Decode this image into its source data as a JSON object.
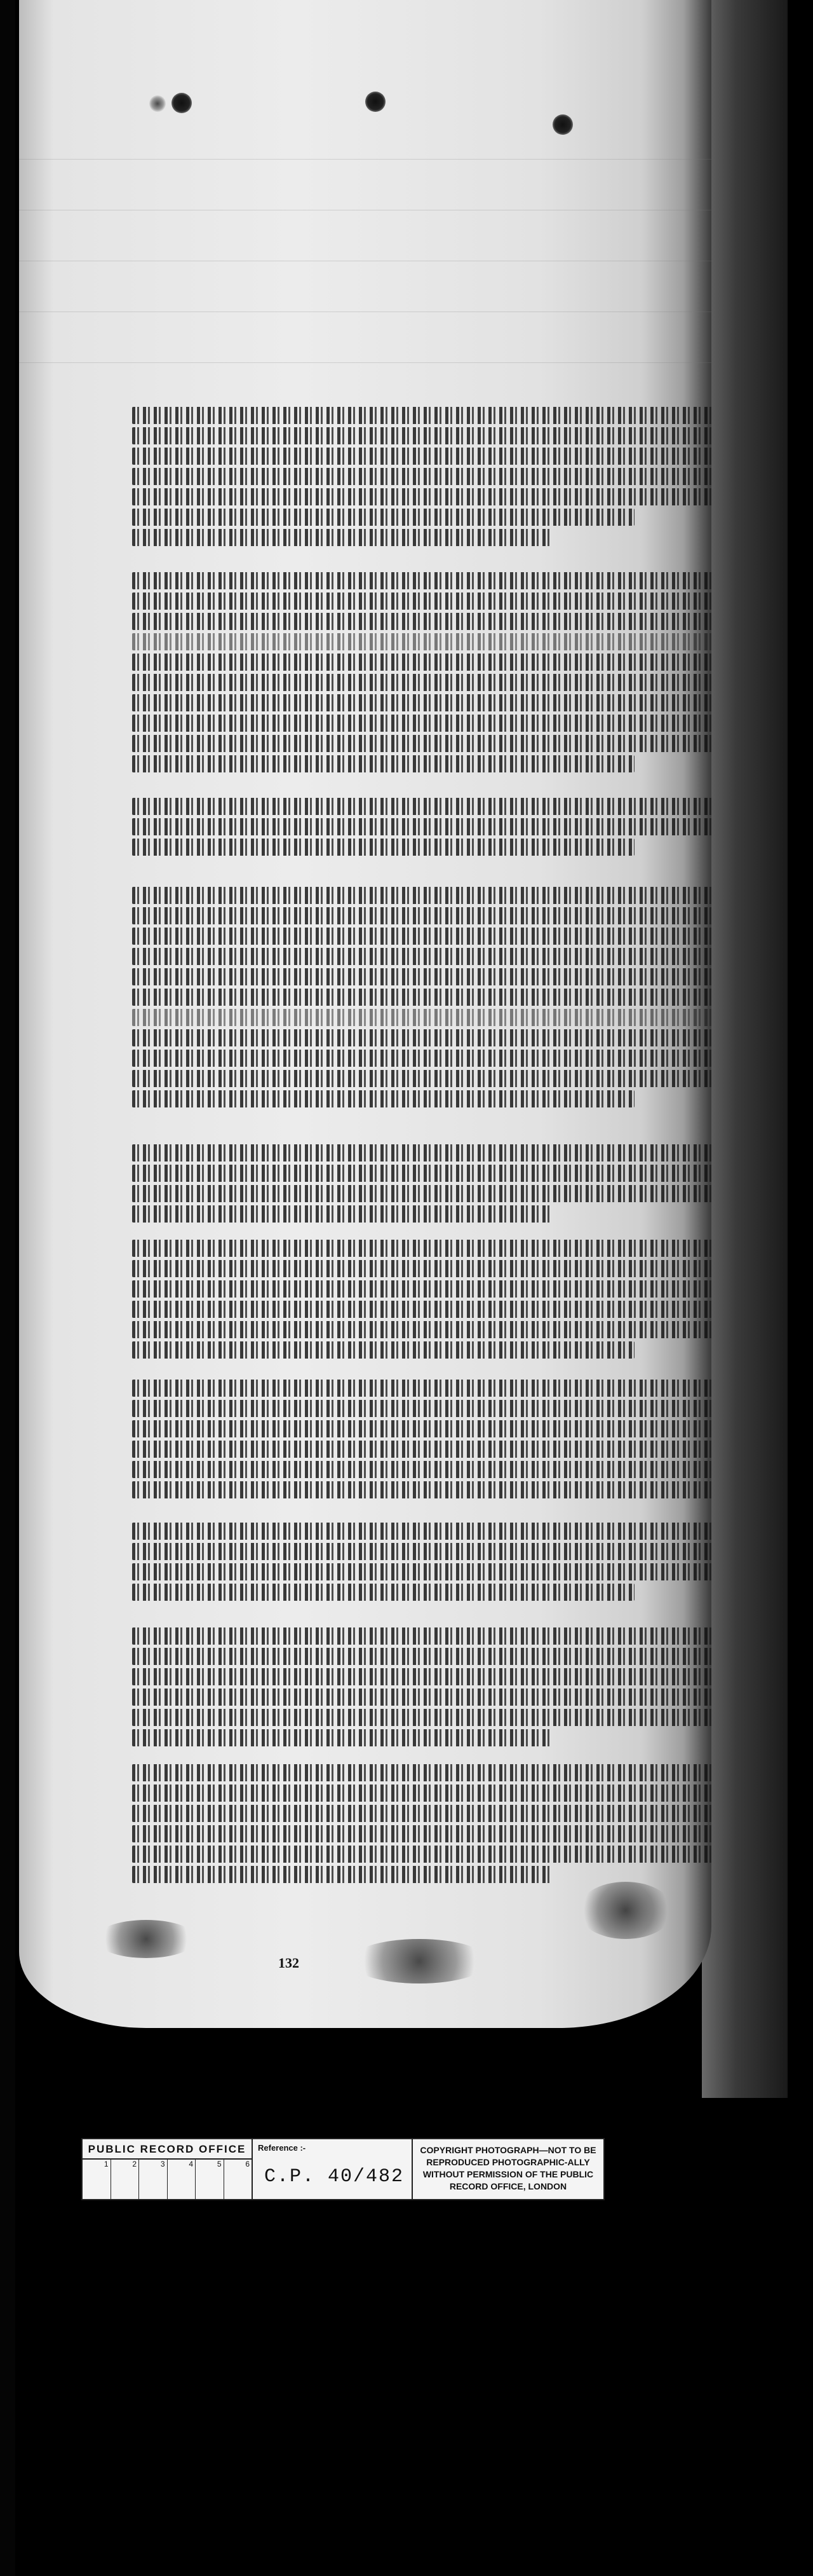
{
  "document": {
    "folio_number": "132"
  },
  "label": {
    "office_title": "PUBLIC RECORD OFFICE",
    "ruler_marks": [
      "1",
      "2",
      "3",
      "4",
      "5",
      "6"
    ],
    "reference_caption": "Reference :-",
    "reference_value": "C.P. 40/482",
    "copyright_text": "COPYRIGHT PHOTOGRAPH—NOT TO BE REPRODUCED PHOTOGRAPHIC-ALLY WITHOUT PERMISSION OF THE PUBLIC RECORD OFFICE, LONDON"
  }
}
